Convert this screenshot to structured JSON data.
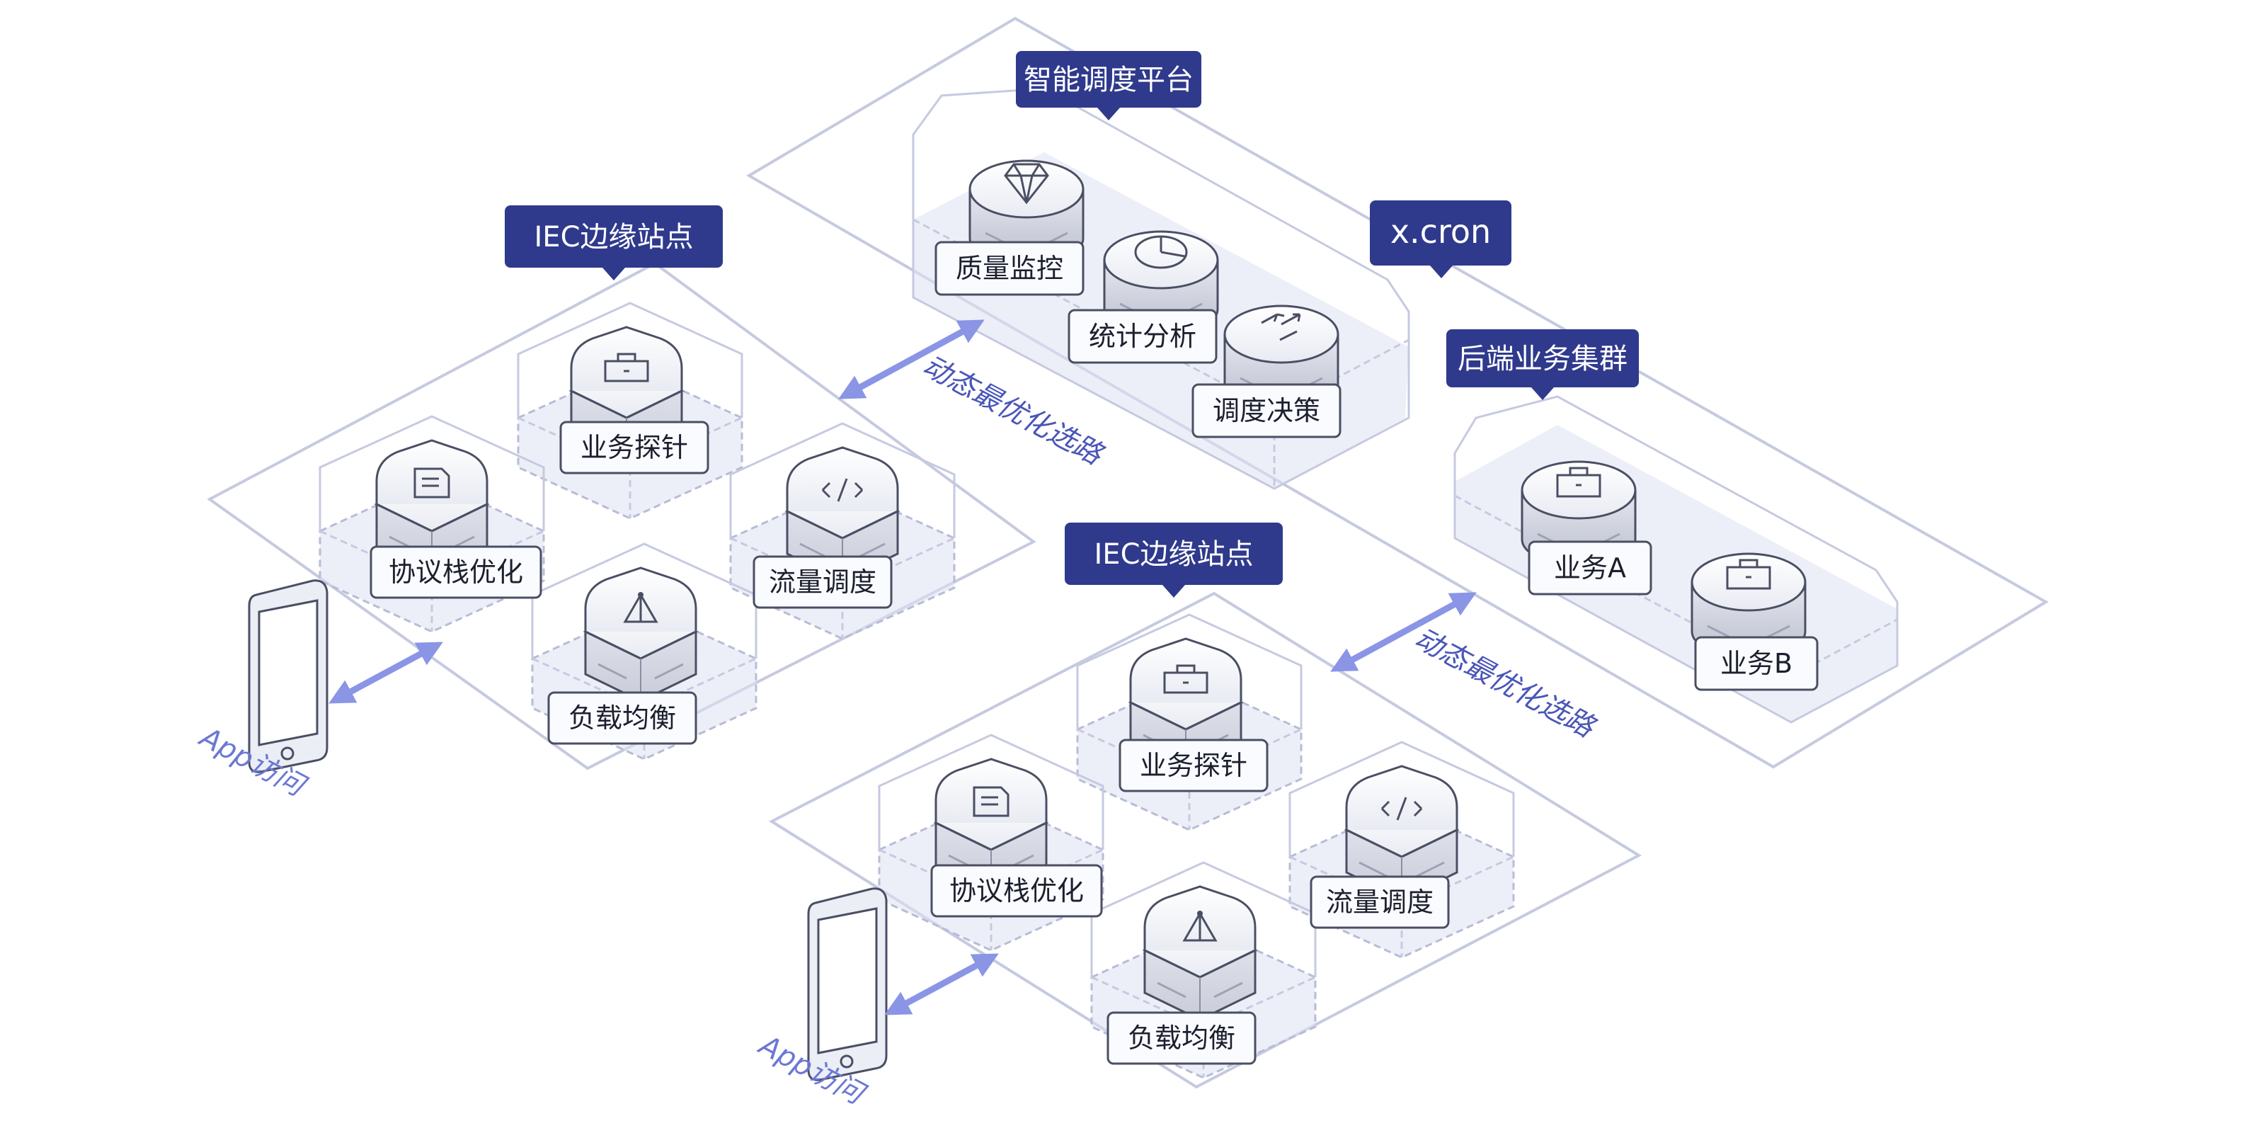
{
  "colors": {
    "tag_bg": "#2f3a8c",
    "arrow": "#8a95e6",
    "route_text": "#4a56b8",
    "platform_stroke": "#c6cae0",
    "pit_fill": "#dfe2f3"
  },
  "platform": {
    "title": "智能调度平台",
    "brand": "x.cron",
    "modules": [
      "质量监控",
      "统计分析",
      "调度决策"
    ]
  },
  "edge_site_1": {
    "title": "IEC边缘站点",
    "modules": [
      "业务探针",
      "协议栈优化",
      "流量调度",
      "负载均衡"
    ],
    "app": "App访问"
  },
  "edge_site_2": {
    "title": "IEC边缘站点",
    "modules": [
      "业务探针",
      "协议栈优化",
      "流量调度",
      "负载均衡"
    ],
    "app": "App访问"
  },
  "backend": {
    "title": "后端业务集群",
    "modules": [
      "业务A",
      "业务B"
    ]
  },
  "routes": [
    "动态最优化选路",
    "动态最优化选路"
  ],
  "icons": [
    "diamond-icon",
    "pie-chart-icon",
    "decision-arrows-icon",
    "briefcase-icon",
    "document-icon",
    "code-icon",
    "triangle-network-icon",
    "phone-icon"
  ]
}
